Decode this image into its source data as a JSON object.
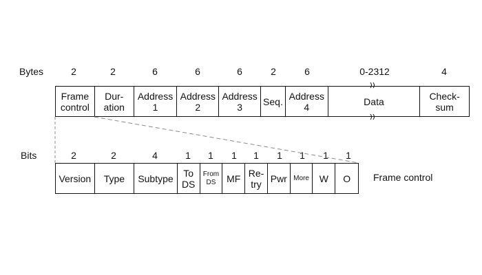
{
  "colors": {
    "line": "#111111",
    "dashed": "#888888",
    "background": "#ffffff"
  },
  "row_labels": {
    "bytes": "Bytes",
    "bits": "Bits",
    "frame_control_caption": "Frame control"
  },
  "frame_fields": [
    {
      "size": "2",
      "label": "Frame\ncontrol"
    },
    {
      "size": "2",
      "label": "Dur-\nation"
    },
    {
      "size": "6",
      "label": "Address\n1"
    },
    {
      "size": "6",
      "label": "Address\n2"
    },
    {
      "size": "6",
      "label": "Address\n3"
    },
    {
      "size": "2",
      "label": "Seq."
    },
    {
      "size": "6",
      "label": "Address\n4"
    },
    {
      "size": "0-2312",
      "label": "Data"
    },
    {
      "size": "4",
      "label": "Check-\nsum"
    }
  ],
  "frame_control_fields": [
    {
      "size": "2",
      "label": "Version"
    },
    {
      "size": "2",
      "label": "Type"
    },
    {
      "size": "4",
      "label": "Subtype"
    },
    {
      "size": "1",
      "label": "To\nDS"
    },
    {
      "size": "1",
      "label": "From\nDS"
    },
    {
      "size": "1",
      "label": "MF"
    },
    {
      "size": "1",
      "label": "Re-\ntry"
    },
    {
      "size": "1",
      "label": "Pwr"
    },
    {
      "size": "1",
      "label": "More"
    },
    {
      "size": "1",
      "label": "W"
    },
    {
      "size": "1",
      "label": "O"
    }
  ]
}
